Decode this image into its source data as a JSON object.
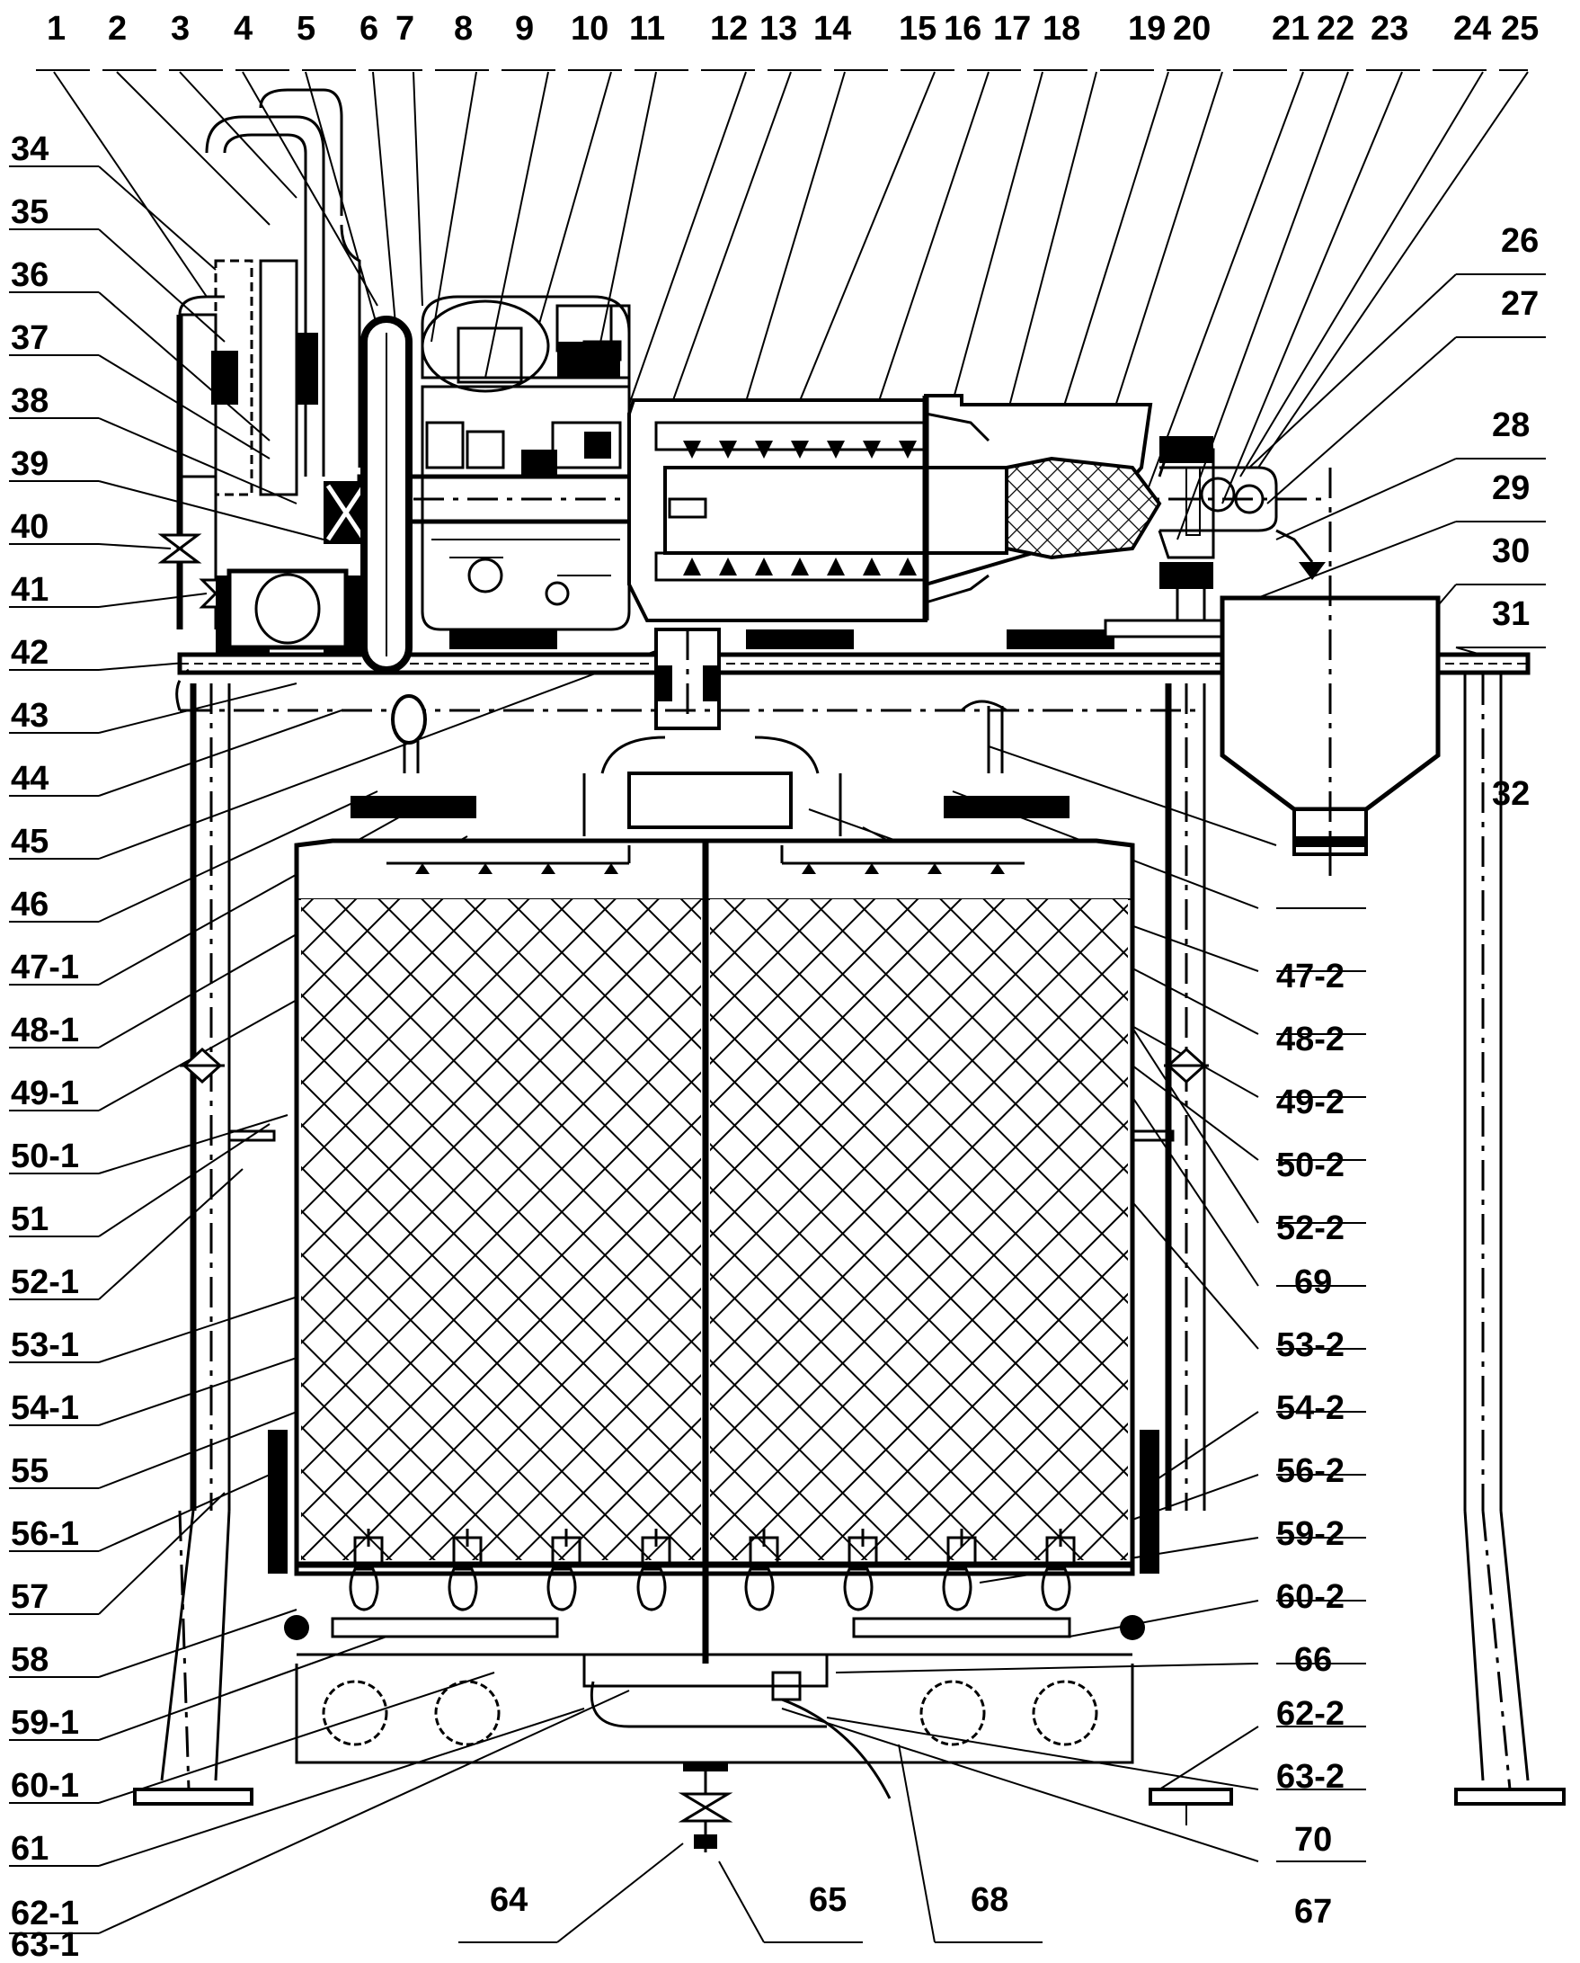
{
  "top_labels": [
    "1",
    "2",
    "3",
    "4",
    "5",
    "6",
    "7",
    "8",
    "9",
    "10",
    "11",
    "12",
    "13",
    "14",
    "15",
    "16",
    "17",
    "18",
    "19",
    "20",
    "21",
    "22",
    "23",
    "24",
    "25"
  ],
  "left_labels": [
    "34",
    "35",
    "36",
    "37",
    "38",
    "39",
    "40",
    "41",
    "42",
    "43",
    "44",
    "45",
    "46",
    "47-1",
    "48-1",
    "49-1",
    "50-1",
    "51",
    "52-1",
    "53-1",
    "54-1",
    "55",
    "56-1",
    "57",
    "58",
    "59-1",
    "60-1",
    "61",
    "62-1",
    "63-1"
  ],
  "right_labels": [
    "26",
    "27",
    "28",
    "29",
    "30",
    "31",
    "32",
    "47-2",
    "48-2",
    "49-2",
    "50-2",
    "52-2",
    "69",
    "53-2",
    "54-2",
    "56-2",
    "59-2",
    "60-2",
    "66",
    "62-2",
    "63-2",
    "70",
    "67"
  ],
  "bottom_labels": [
    "64",
    "65",
    "68"
  ]
}
